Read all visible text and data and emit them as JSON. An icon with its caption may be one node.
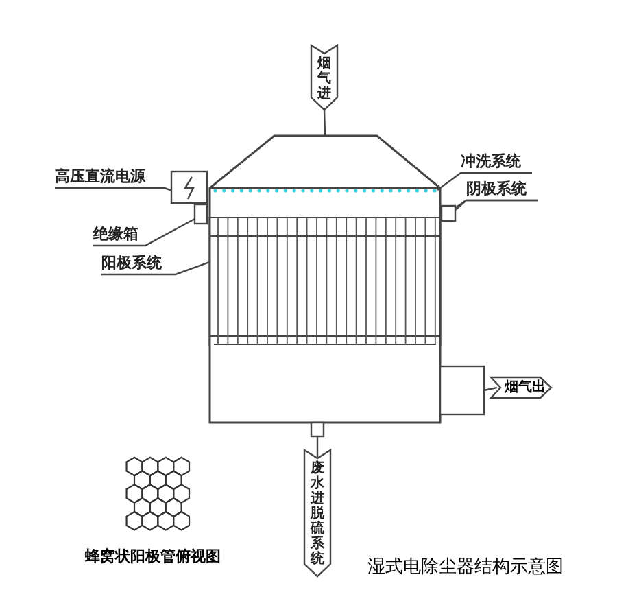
{
  "diagram": {
    "caption": "湿式电除尘器结构示意图",
    "nodes": [
      {
        "text": [],
        "shape": "box"
      },
      {
        "text": [
          "烟气进"
        ]
      },
      {
        "text": [
          "高压直流电源"
        ]
      },
      {
        "text": [],
        "shape": "box"
      },
      {
        "text": [
          "绝缘箱"
        ]
      },
      {
        "text": [],
        "shape": "box"
      },
      {
        "text": [
          "阳极系统"
        ]
      },
      {
        "text": [],
        "shape": "box",
        "in": 0
      },
      {
        "text": [
          "冲洗系统"
        ]
      },
      {
        "text": [],
        "shape": "bar",
        "in": 0
      },
      {
        "text": [
          "阴极系统"
        ]
      },
      {
        "text": [],
        "shape": "box"
      },
      {
        "text": [],
        "shape": "box"
      },
      {
        "text": [
          "烟气出"
        ]
      },
      {
        "text": [],
        "shape": "box"
      },
      {
        "text": [
          "废水进脱硫系统"
        ]
      }
    ],
    "edges": [
      {
        "from": 1,
        "to": 0,
        "arrow": "none"
      },
      {
        "from": 2,
        "to": 3,
        "arrow": "none"
      },
      {
        "from": 4,
        "to": 5,
        "arrow": "none"
      },
      {
        "from": 6,
        "to": 7,
        "arrow": "none"
      },
      {
        "from": 8,
        "to": 9,
        "arrow": "none"
      },
      {
        "from": 10,
        "to": 7,
        "arrow": "none"
      },
      {
        "from": 10,
        "to": 11,
        "arrow": "none"
      },
      {
        "from": 12,
        "to": 13,
        "arrow": "none"
      },
      {
        "from": 14,
        "to": 15,
        "arrow": "none"
      }
    ],
    "labels": [
      "蜂窝状阳极管俯视图"
    ]
  }
}
